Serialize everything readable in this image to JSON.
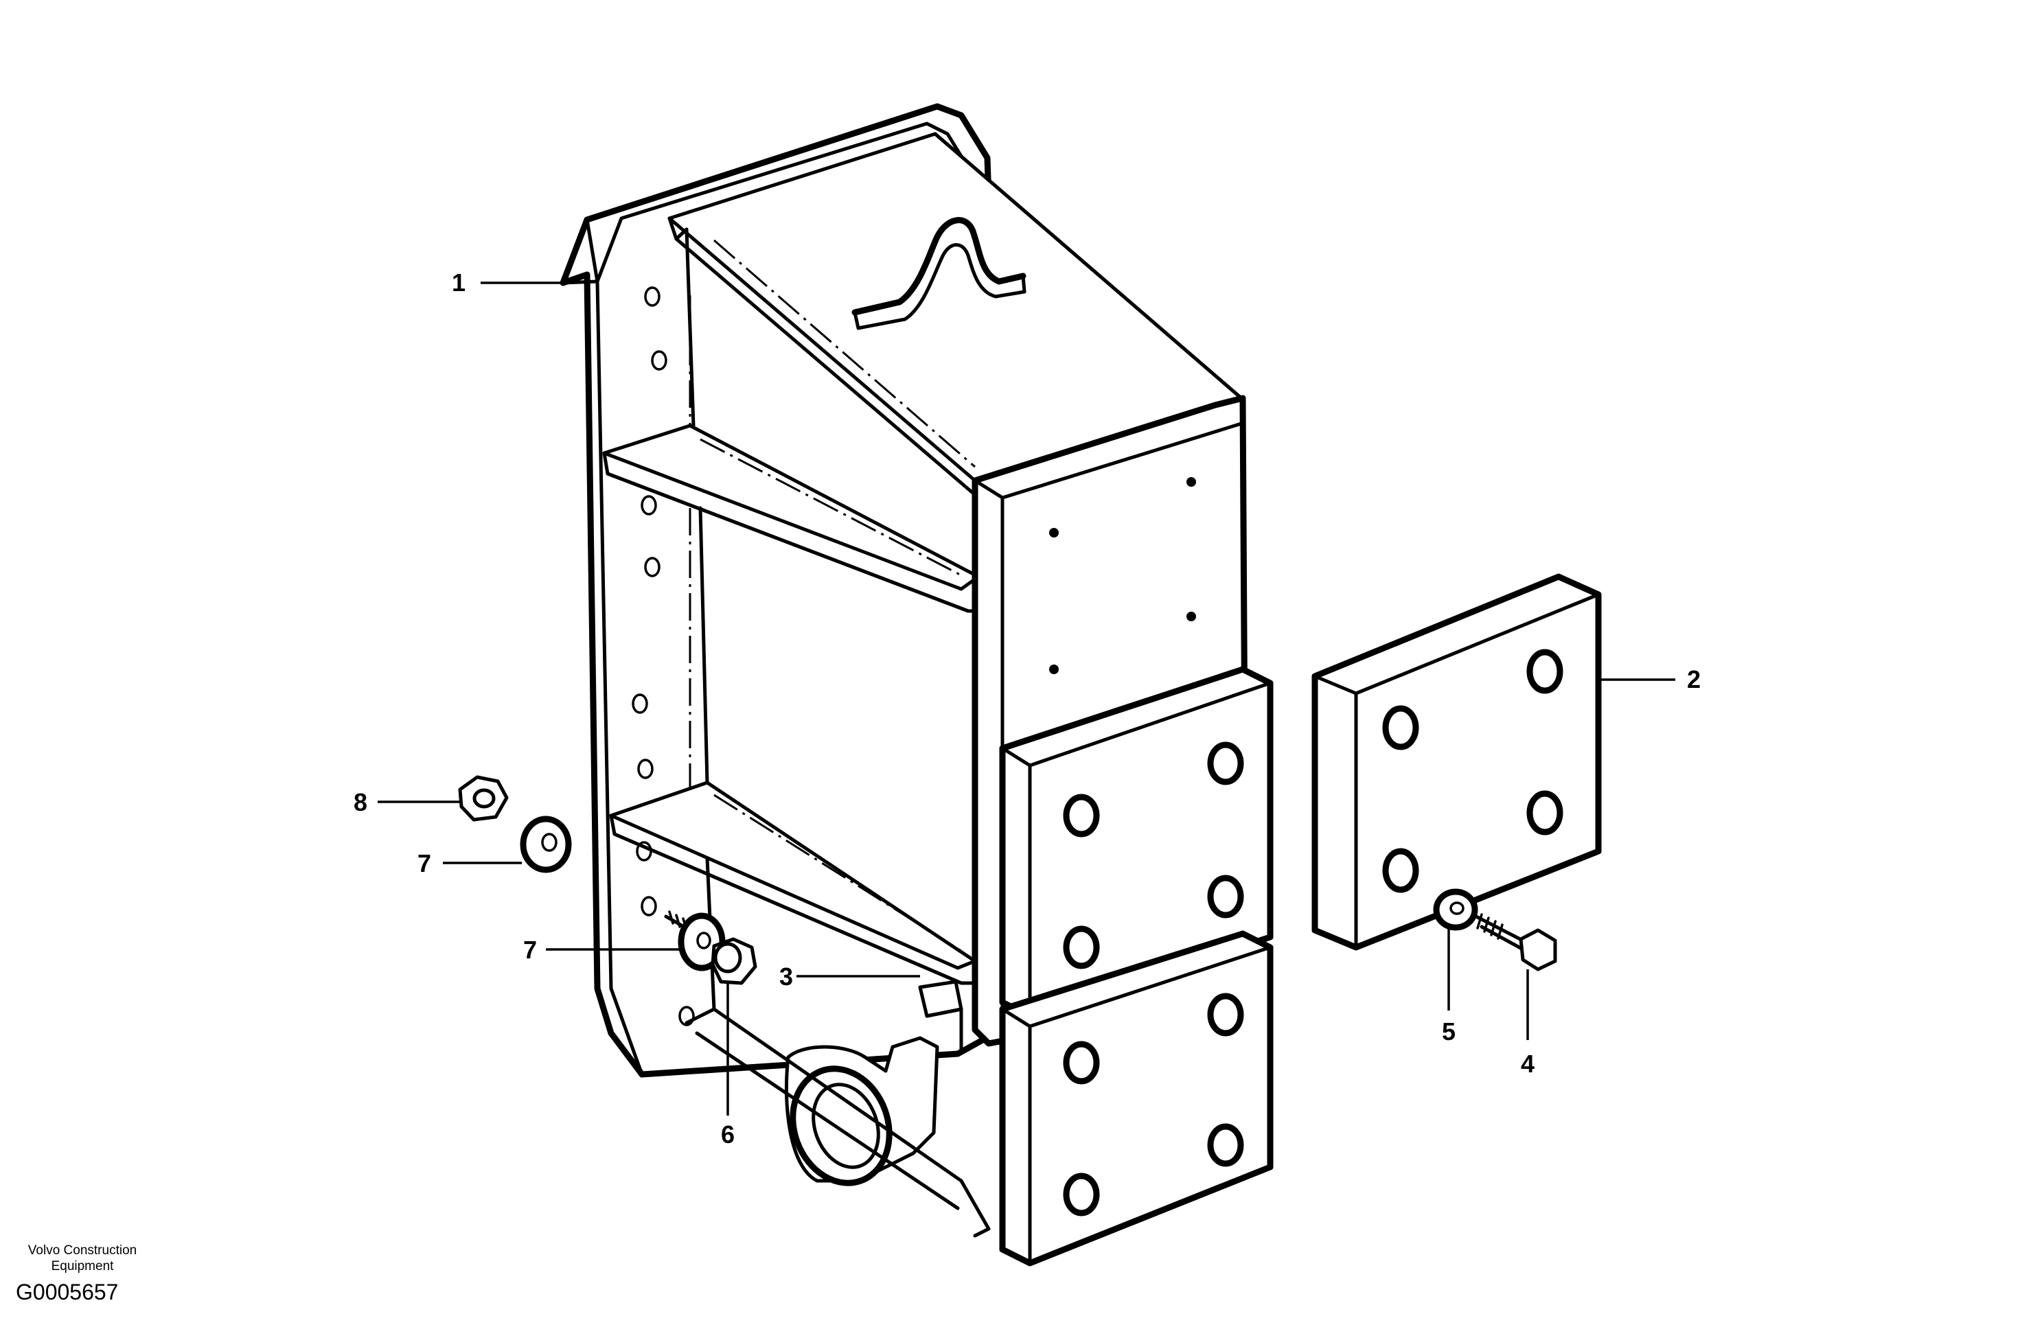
{
  "diagram": {
    "callouts": [
      {
        "id": "1",
        "text": "1"
      },
      {
        "id": "2",
        "text": "2"
      },
      {
        "id": "3",
        "text": "3"
      },
      {
        "id": "4",
        "text": "4"
      },
      {
        "id": "5",
        "text": "5"
      },
      {
        "id": "6",
        "text": "6"
      },
      {
        "id": "7a",
        "text": "7"
      },
      {
        "id": "7b",
        "text": "7"
      },
      {
        "id": "8",
        "text": "8"
      }
    ],
    "footer": {
      "company_line1": "Volvo Construction",
      "company_line2": "Equipment",
      "drawing_id": "G0005657"
    }
  }
}
